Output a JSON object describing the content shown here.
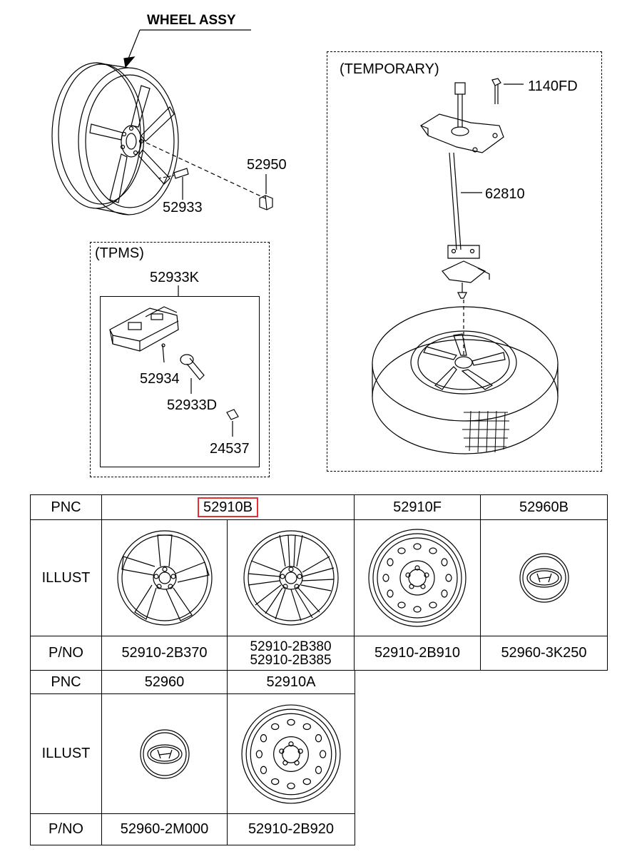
{
  "diagram": {
    "title": "WHEEL ASSY",
    "labels": {
      "lug_nut": "52950",
      "valve": "52933",
      "tpms_group": "(TPMS)",
      "tpms_sensor": "52933K",
      "tpms_screw": "52934",
      "tpms_valve": "52933D",
      "tpms_cap": "24537",
      "temporary_group": "(TEMPORARY)",
      "bolt": "1140FD",
      "carrier": "62810"
    }
  },
  "table": {
    "row_labels": {
      "pnc": "PNC",
      "illust": "ILLUST",
      "pno": "P/NO"
    },
    "top": {
      "pnc": [
        "52910B",
        "52910F",
        "52960B"
      ],
      "pno": [
        "52910-2B370",
        "52910-2B380",
        "52910-2B385",
        "52910-2B910",
        "52960-3K250"
      ]
    },
    "bottom": {
      "pnc": [
        "52960",
        "52910A"
      ],
      "pno": [
        "52960-2M000",
        "52910-2B920"
      ]
    },
    "highlight_color": "#e03030"
  }
}
